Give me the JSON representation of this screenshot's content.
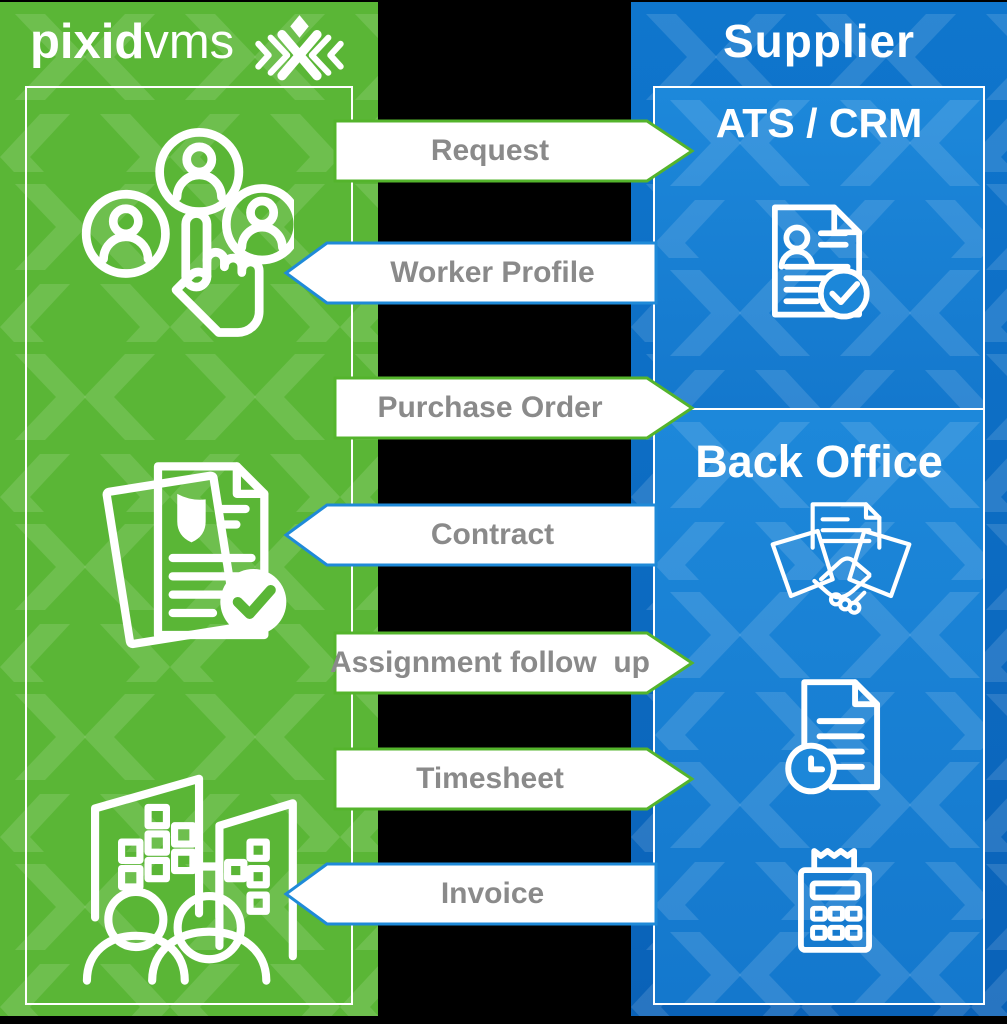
{
  "left_panel": {
    "logo": {
      "bold": "pixid",
      "light": "vms",
      "mark_icon": "pixid-logo-mark-icon"
    },
    "icons": [
      "candidate-selection-icon",
      "signed-documents-icon",
      "companies-workers-icon"
    ]
  },
  "right_panel": {
    "title": "Supplier",
    "ats_crm": {
      "label": "ATS / CRM",
      "icon": "resume-check-icon"
    },
    "back_office": {
      "label": "Back Office",
      "icons": [
        "handshake-agreement-icon",
        "document-clock-icon",
        "calculator-receipt-icon"
      ]
    }
  },
  "flows": [
    {
      "label": "Request",
      "direction": "right"
    },
    {
      "label": "Worker Profile",
      "direction": "left"
    },
    {
      "label": "Purchase Order",
      "direction": "right"
    },
    {
      "label": "Contract",
      "direction": "left"
    },
    {
      "label": "Assignment follow  up",
      "direction": "right"
    },
    {
      "label": "Timesheet",
      "direction": "right"
    },
    {
      "label": "Invoice",
      "direction": "left"
    }
  ],
  "colors": {
    "green": "#5ab636",
    "blue_dark": "#0d6fc8",
    "blue_light": "#1c87d9",
    "arrow_border_green": "#54b42c",
    "arrow_border_blue": "#1f8ad8",
    "arrow_text": "#8a8a8a",
    "white": "#ffffff"
  }
}
